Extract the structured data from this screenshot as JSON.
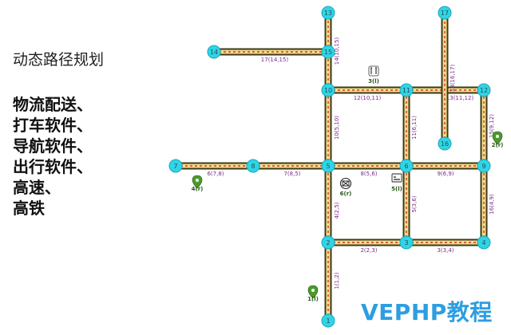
{
  "title": "动态路径规划",
  "bullets": [
    "物流配送、",
    "打车软件、",
    "导航软件、",
    "出行软件、",
    "高速、",
    "高铁"
  ],
  "watermark": "VEPHP教程",
  "colors": {
    "node": "#2fd5e6",
    "road_outer": "#3a3a1a",
    "road_inner": "#f5dc8a",
    "edge_label": "#7a2a8a",
    "marker": "#4a9a2a"
  },
  "nodes": [
    {
      "id": "1",
      "label": "1"
    },
    {
      "id": "2",
      "label": "2"
    },
    {
      "id": "3",
      "label": "3"
    },
    {
      "id": "4",
      "label": "4"
    },
    {
      "id": "5",
      "label": "5"
    },
    {
      "id": "6",
      "label": "6"
    },
    {
      "id": "7",
      "label": "7"
    },
    {
      "id": "8",
      "label": "8"
    },
    {
      "id": "9",
      "label": "9"
    },
    {
      "id": "10",
      "label": "10"
    },
    {
      "id": "11",
      "label": "11"
    },
    {
      "id": "12",
      "label": "12"
    },
    {
      "id": "13",
      "label": "13"
    },
    {
      "id": "14",
      "label": "14"
    },
    {
      "id": "15",
      "label": "15"
    },
    {
      "id": "16",
      "label": "16"
    },
    {
      "id": "17",
      "label": "17"
    }
  ],
  "edges": [
    {
      "from": "1",
      "to": "2",
      "label": "1(1,2)"
    },
    {
      "from": "2",
      "to": "3",
      "label": "2(2,3)"
    },
    {
      "from": "3",
      "to": "4",
      "label": "3(3,4)"
    },
    {
      "from": "2",
      "to": "5",
      "label": "4(2,5)"
    },
    {
      "from": "3",
      "to": "6",
      "label": "5(3,6)"
    },
    {
      "from": "7",
      "to": "8",
      "label": "6(7,8)"
    },
    {
      "from": "8",
      "to": "5",
      "label": "7(8,5)"
    },
    {
      "from": "5",
      "to": "6",
      "label": "8(5,6)"
    },
    {
      "from": "6",
      "to": "9",
      "label": "9(6,9)"
    },
    {
      "from": "5",
      "to": "10",
      "label": "10(5,10)"
    },
    {
      "from": "6",
      "to": "11",
      "label": "11(6,11)"
    },
    {
      "from": "10",
      "to": "11",
      "label": "12(10,11)"
    },
    {
      "from": "11",
      "to": "12",
      "label": "13(11,12)"
    },
    {
      "from": "10",
      "to": "15",
      "label": "14(10,15)"
    },
    {
      "from": "9",
      "to": "12",
      "label": "15(9,12)"
    },
    {
      "from": "4",
      "to": "9",
      "label": "16(4,9)"
    },
    {
      "from": "14",
      "to": "15",
      "label": "17(14,15)"
    },
    {
      "from": "15",
      "to": "13",
      "label": ""
    },
    {
      "from": "16",
      "to": "17",
      "label": "18(16,17)"
    }
  ],
  "markers": [
    {
      "id": "m1",
      "label": "1(l)",
      "icon": "pin-icon"
    },
    {
      "id": "m2",
      "label": "2(r)",
      "icon": "pin-icon"
    },
    {
      "id": "m3",
      "label": "3(l)",
      "icon": "restaurant-icon"
    },
    {
      "id": "m4",
      "label": "4(r)",
      "icon": "pin-icon"
    },
    {
      "id": "m5",
      "label": "5(l)",
      "icon": "hotel-icon"
    },
    {
      "id": "m6",
      "label": "6(r)",
      "icon": "post-office-icon"
    }
  ]
}
